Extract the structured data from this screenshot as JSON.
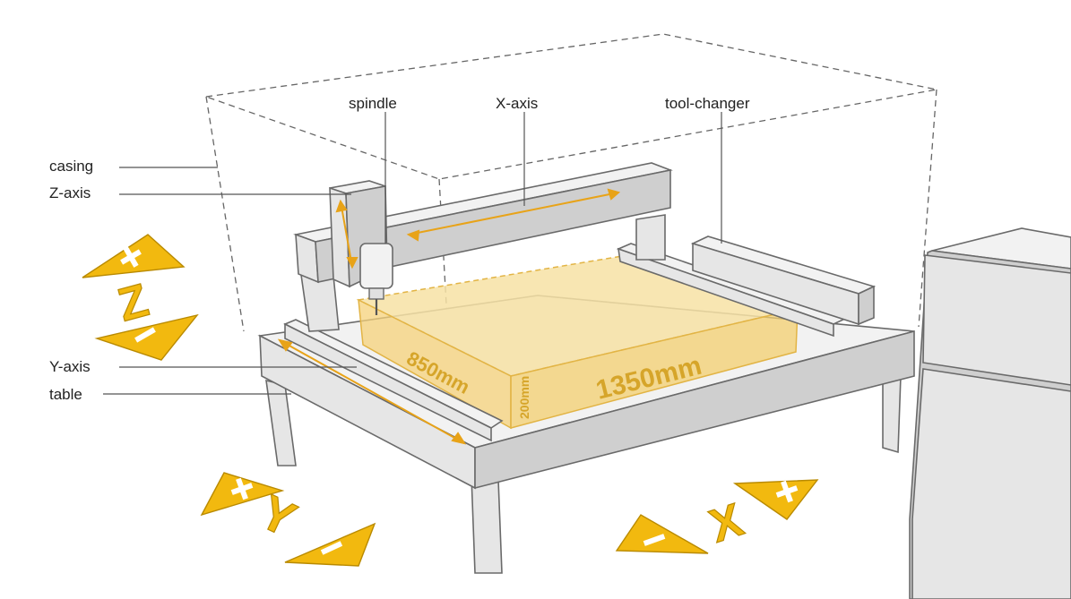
{
  "labels": {
    "spindle": "spindle",
    "x_axis": "X-axis",
    "tool_changer": "tool-changer",
    "casing": "casing",
    "z_axis": "Z-axis",
    "y_axis": "Y-axis",
    "table": "table"
  },
  "dimensions": {
    "width": "1350mm",
    "depth": "850mm",
    "height": "200mm"
  },
  "axis_markers": {
    "z": "Z",
    "y": "Y",
    "x": "X"
  },
  "colors": {
    "accent": "#f2b90f",
    "work_volume": "#f7e2a4",
    "line": "#6a6a6a"
  }
}
